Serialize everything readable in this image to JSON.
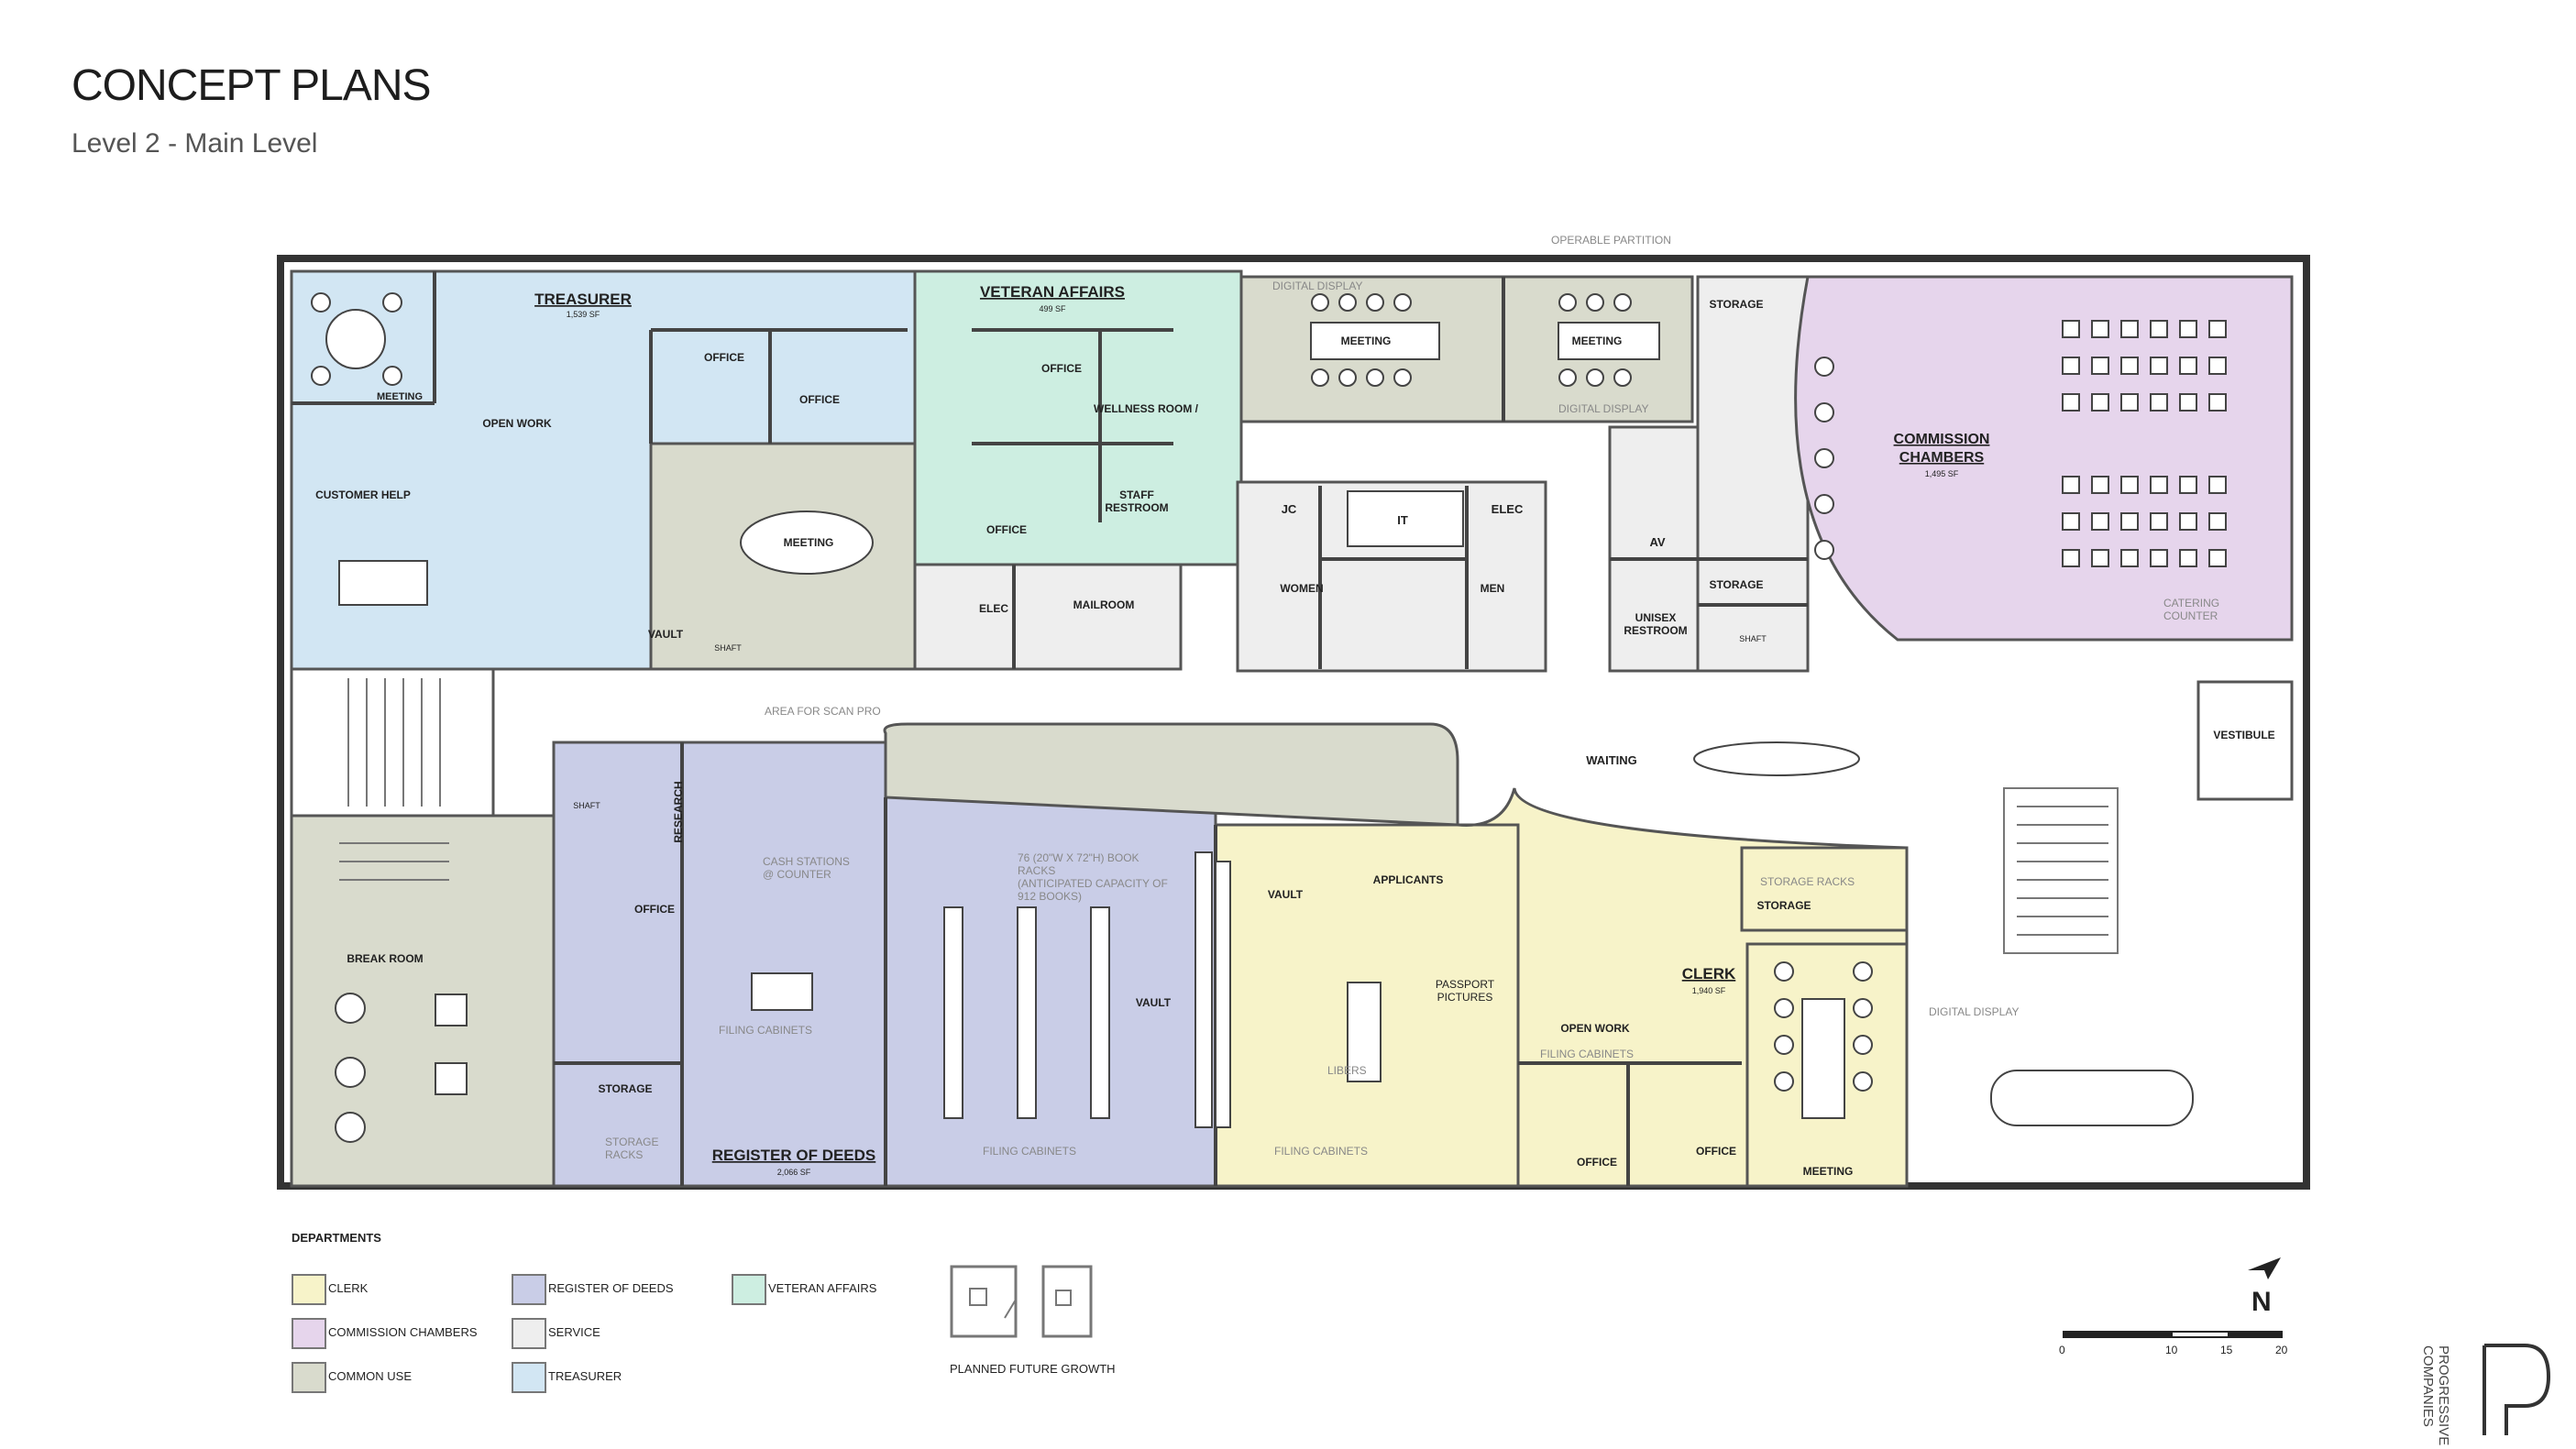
{
  "header": {
    "title": "CONCEPT PLANS",
    "subtitle": "Level 2 - Main Level"
  },
  "colors": {
    "clerk": "#f7f3c9",
    "register_of_deeds": "#c9cde7",
    "veteran_affairs": "#cdeee1",
    "commission_chambers": "#e6d5ec",
    "service": "#eeeeee",
    "common_use": "#d9dbcd",
    "treasurer": "#d2e6f3"
  },
  "rooms": {
    "treasurer": "TREASURER",
    "treasurer_sf": "1,539 SF",
    "meeting": "MEETING",
    "open_work": "OPEN WORK",
    "customer_help": "CUSTOMER HELP",
    "office": "OFFICE",
    "vault": "VAULT",
    "shaft": "SHAFT",
    "veteran_affairs": "VETERAN AFFAIRS",
    "veteran_affairs_sf": "499 SF",
    "wellness_room": "WELLNESS ROOM /",
    "staff_restroom_1": "STAFF",
    "staff_restroom_2": "RESTROOM",
    "elec": "ELEC",
    "mailroom": "MAILROOM",
    "jc": "JC",
    "it": "IT",
    "women": "WOMEN",
    "men": "MEN",
    "storage": "STORAGE",
    "av": "AV",
    "unisex_restroom_1": "UNISEX",
    "unisex_restroom_2": "RESTROOM",
    "commission_chambers_1": "COMMISSION",
    "commission_chambers_2": "CHAMBERS",
    "commission_chambers_sf": "1,495 SF",
    "vestibule": "VESTIBULE",
    "waiting": "WAITING",
    "research": "RESEARCH",
    "break_room": "BREAK ROOM",
    "register_of_deeds": "REGISTER OF DEEDS",
    "register_of_deeds_sf": "2,066 SF",
    "applicants": "APPLICANTS",
    "passport_1": "PASSPORT",
    "passport_2": "PICTURES",
    "clerk": "CLERK",
    "clerk_sf": "1,940 SF"
  },
  "notes": {
    "operable_partition": "OPERABLE PARTITION",
    "digital_display": "DIGITAL DISPLAY",
    "area_for_scan_pro": "AREA FOR SCAN PRO",
    "cash_stations_1": "CASH STATIONS",
    "cash_stations_2": "@ COUNTER",
    "book_racks_1": "76 (20\"W X 72\"H) BOOK",
    "book_racks_2": "RACKS",
    "book_racks_3": "(ANTICIPATED CAPACITY OF",
    "book_racks_4": "912 BOOKS)",
    "filing_cabinets": "FILING CABINETS",
    "storage_racks": "STORAGE RACKS",
    "storage_racks_1": "STORAGE",
    "storage_racks_2": "RACKS",
    "libers": "LIBERS",
    "catering_1": "CATERING",
    "catering_2": "COUNTER"
  },
  "legend": {
    "title": "DEPARTMENTS",
    "items": [
      {
        "label": "CLERK",
        "color": "#f7f3c9"
      },
      {
        "label": "COMMISSION CHAMBERS",
        "color": "#e6d5ec"
      },
      {
        "label": "COMMON USE",
        "color": "#d9dbcd"
      },
      {
        "label": "REGISTER OF DEEDS",
        "color": "#c9cde7"
      },
      {
        "label": "SERVICE",
        "color": "#eeeeee"
      },
      {
        "label": "TREASURER",
        "color": "#d2e6f3"
      },
      {
        "label": "VETERAN AFFAIRS",
        "color": "#cdeee1"
      }
    ],
    "future_growth": "PLANNED FUTURE GROWTH"
  },
  "north": "N",
  "scale": [
    "0",
    "10",
    "15",
    "20"
  ],
  "logo": {
    "line1": "PROGRESSIVE",
    "line2": "COMPANIES"
  }
}
